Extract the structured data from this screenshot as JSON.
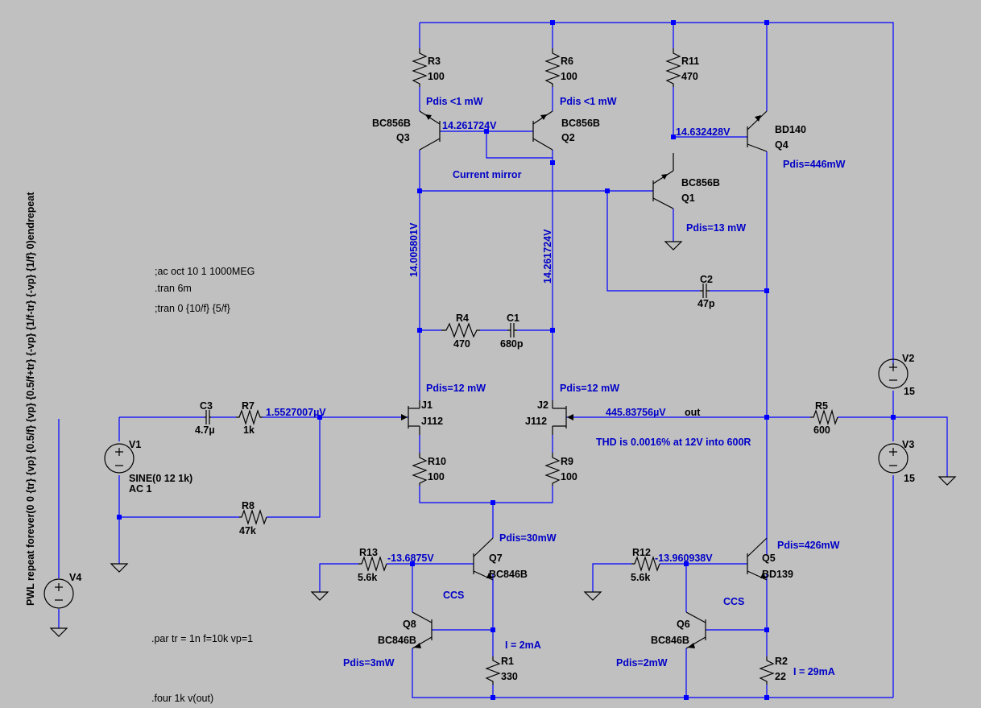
{
  "components": {
    "R3": {
      "ref": "R3",
      "value": "100"
    },
    "R6": {
      "ref": "R6",
      "value": "100"
    },
    "R11": {
      "ref": "R11",
      "value": "470"
    },
    "R4": {
      "ref": "R4",
      "value": "470"
    },
    "R7": {
      "ref": "R7",
      "value": "1k"
    },
    "R8": {
      "ref": "R8",
      "value": "47k"
    },
    "R10": {
      "ref": "R10",
      "value": "100"
    },
    "R9": {
      "ref": "R9",
      "value": "100"
    },
    "R13": {
      "ref": "R13",
      "value": "5.6k"
    },
    "R12": {
      "ref": "R12",
      "value": "5.6k"
    },
    "R1": {
      "ref": "R1",
      "value": "330"
    },
    "R2": {
      "ref": "R2",
      "value": "22"
    },
    "R5": {
      "ref": "R5",
      "value": "600"
    },
    "C1": {
      "ref": "C1",
      "value": "680p"
    },
    "C2": {
      "ref": "C2",
      "value": "47p"
    },
    "C3": {
      "ref": "C3",
      "value": "4.7µ"
    },
    "Q3": {
      "ref": "Q3",
      "model": "BC856B"
    },
    "Q2": {
      "ref": "Q2",
      "model": "BC856B"
    },
    "Q1": {
      "ref": "Q1",
      "model": "BC856B"
    },
    "Q4": {
      "ref": "Q4",
      "model": "BD140"
    },
    "Q5": {
      "ref": "Q5",
      "model": "BD139"
    },
    "Q7": {
      "ref": "Q7",
      "model": "BC846B"
    },
    "Q8": {
      "ref": "Q8",
      "model": "BC846B"
    },
    "Q6": {
      "ref": "Q6",
      "model": "BC846B"
    },
    "J1": {
      "ref": "J1",
      "model": "J112"
    },
    "J2": {
      "ref": "J2",
      "model": "J112"
    },
    "V1": {
      "ref": "V1",
      "value": "SINE(0 12 1k)",
      "ac": "AC 1"
    },
    "V2": {
      "ref": "V2",
      "value": "15"
    },
    "V3": {
      "ref": "V3",
      "value": "15"
    },
    "V4": {
      "ref": "V4",
      "value": "PWL repeat forever(0 0 {tr} {vp} {0.5/f} {vp} {0.5/f+tr} {-vp} {1/f-tr} {-vp} {1/f} 0)endrepeat"
    }
  },
  "node_voltages": {
    "q3_base": "14.261724V",
    "q4_base": "14.632428V",
    "left_node": "14.005801V",
    "right_node": "14.261724V",
    "input": "1.5527007µV",
    "output": "445.83756µV",
    "q7_base": "-13.6875V",
    "q5_base": "-13.960938V"
  },
  "annotations": {
    "pdis_q3": "Pdis <1 mW",
    "pdis_q2": "Pdis <1 mW",
    "pdis_q4": "Pdis=446mW",
    "pdis_q1": "Pdis=13 mW",
    "pdis_j1": "Pdis=12 mW",
    "pdis_j2": "Pdis=12 mW",
    "pdis_q7": "Pdis=30mW",
    "pdis_q5": "Pdis=426mW",
    "pdis_q8": "Pdis=3mW",
    "pdis_q6": "Pdis=2mW",
    "current_mirror": "Current mirror",
    "thd": "THD is 0.0016% at 12V into 600R",
    "ccs_left": "CCS",
    "ccs_right": "CCS",
    "i_left": "I = 2mA",
    "i_right": "I = 29mA"
  },
  "net_labels": {
    "out": "out"
  },
  "directives": {
    "ac": ";ac oct 10 1 1000MEG",
    "tran": ".tran 6m",
    "tran2": ";tran 0 {10/f} {5/f}",
    "par": ".par tr = 1n f=10k vp=1",
    "four": ".four 1k v(out)"
  }
}
